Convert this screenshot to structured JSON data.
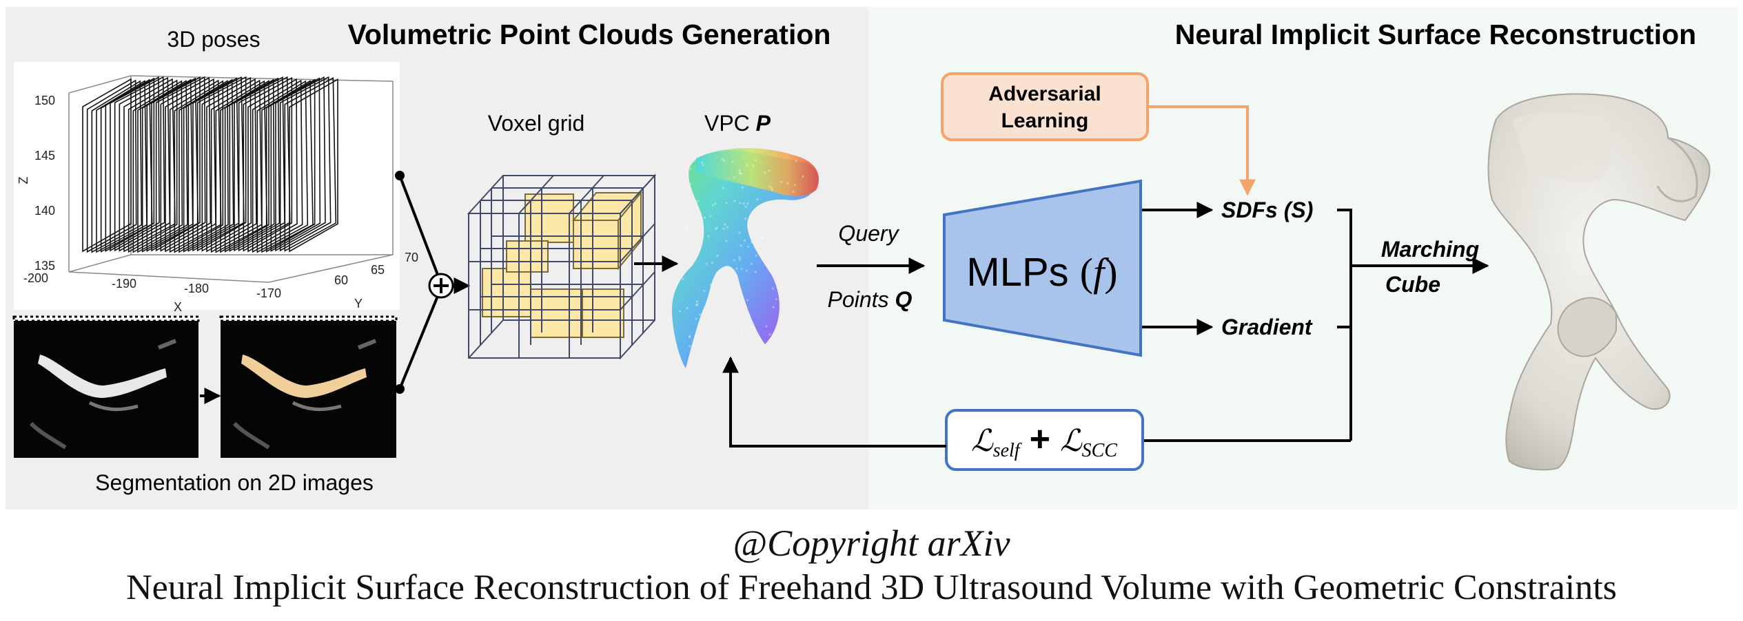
{
  "left_panel": {
    "title": "Volumetric Point Clouds Generation",
    "poses_label": "3D poses",
    "plot": {
      "z_ticks": [
        "150",
        "145",
        "140",
        "135"
      ],
      "x_ticks": [
        "-200",
        "-190",
        "-180",
        "-170"
      ],
      "y_ticks": [
        "60",
        "65",
        "70"
      ],
      "z_label": "Z",
      "x_label": "X",
      "y_label": "Y"
    },
    "segmentation_label": "Segmentation on 2D images",
    "voxel_label": "Voxel grid",
    "vpc_label": "VPC",
    "vpc_symbol": "P"
  },
  "right_panel": {
    "title": "Neural Implicit Surface Reconstruction",
    "adversarial_line1": "Adversarial",
    "adversarial_line2": "Learning",
    "query_label": "Query",
    "points_label": "Points",
    "points_symbol": "Q",
    "mlp_label": "MLPs",
    "mlp_symbol": "f",
    "sdf_label": "SDFs (S)",
    "gradient_label": "Gradient",
    "marching_label": "Marching",
    "cube_label": "Cube",
    "loss_script": "ℒ",
    "loss_self_sub": "self",
    "loss_plus": "+",
    "loss_scc_sub": "SCC"
  },
  "captions": {
    "copyright": "@Copyright arXiv",
    "paper_title": "Neural Implicit Surface Reconstruction of Freehand 3D Ultrasound Volume with Geometric Constraints"
  },
  "colors": {
    "left_bg": "#efefef",
    "right_bg": "#f2f8f4",
    "mlp_fill": "#a9c4ea",
    "mlp_stroke": "#4472c4",
    "adv_fill": "#fbe1d0",
    "adv_stroke": "#f4a36c",
    "voxel_fill": "#fde7a6",
    "loss_stroke": "#4472c4"
  }
}
